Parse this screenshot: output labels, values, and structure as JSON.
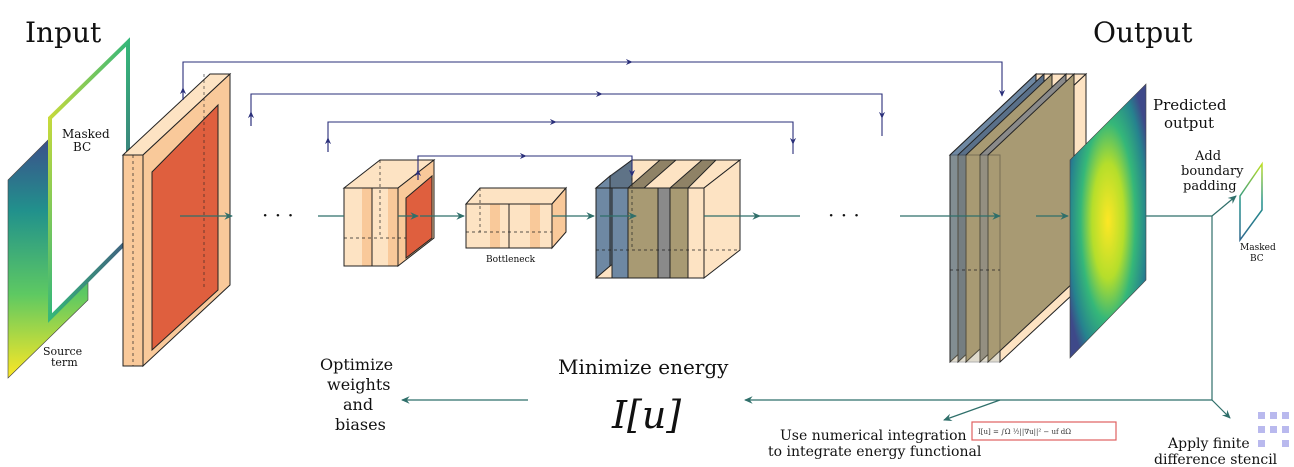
{
  "titles": {
    "input": "Input",
    "output": "Output"
  },
  "labels": {
    "masked_bc_input_line1": "Masked",
    "masked_bc_input_line2": "BC",
    "source_term_line1": "Source",
    "source_term_line2": "term",
    "bottleneck": "Bottleneck",
    "predicted_output_line1": "Predicted",
    "predicted_output_line2": "output",
    "add_padding_line1": "Add",
    "add_padding_line2": "boundary",
    "add_padding_line3": "padding",
    "masked_bc_output_line1": "Masked",
    "masked_bc_output_line2": "BC",
    "ellipsis": "· · ·",
    "minimize_energy": "Minimize energy",
    "energy_symbol": "I[u]",
    "optimize_line1": "Optimize",
    "optimize_line2": "weights",
    "optimize_line3": "and",
    "optimize_line4": "biases",
    "integration_line1": "Use numerical integration",
    "integration_line2": "to integrate energy functional",
    "formula": "I[u] = ∫Ω ½||∇u||² − uf dΩ",
    "stencil_line1": "Apply finite",
    "stencil_line2": "difference stencil"
  },
  "colors": {
    "skip_arrow": "#2a2f7a",
    "flow_arrow": "#2f6f6a",
    "encoder_fill": "#f9c99a",
    "encoder_light": "#fde3c3",
    "feature_red": "#df5f3e",
    "decoder_blue": "#6e88a3",
    "decoder_olive": "#a89a73",
    "decoder_gray": "#8a8a8a",
    "formula_box": "#e06060"
  }
}
